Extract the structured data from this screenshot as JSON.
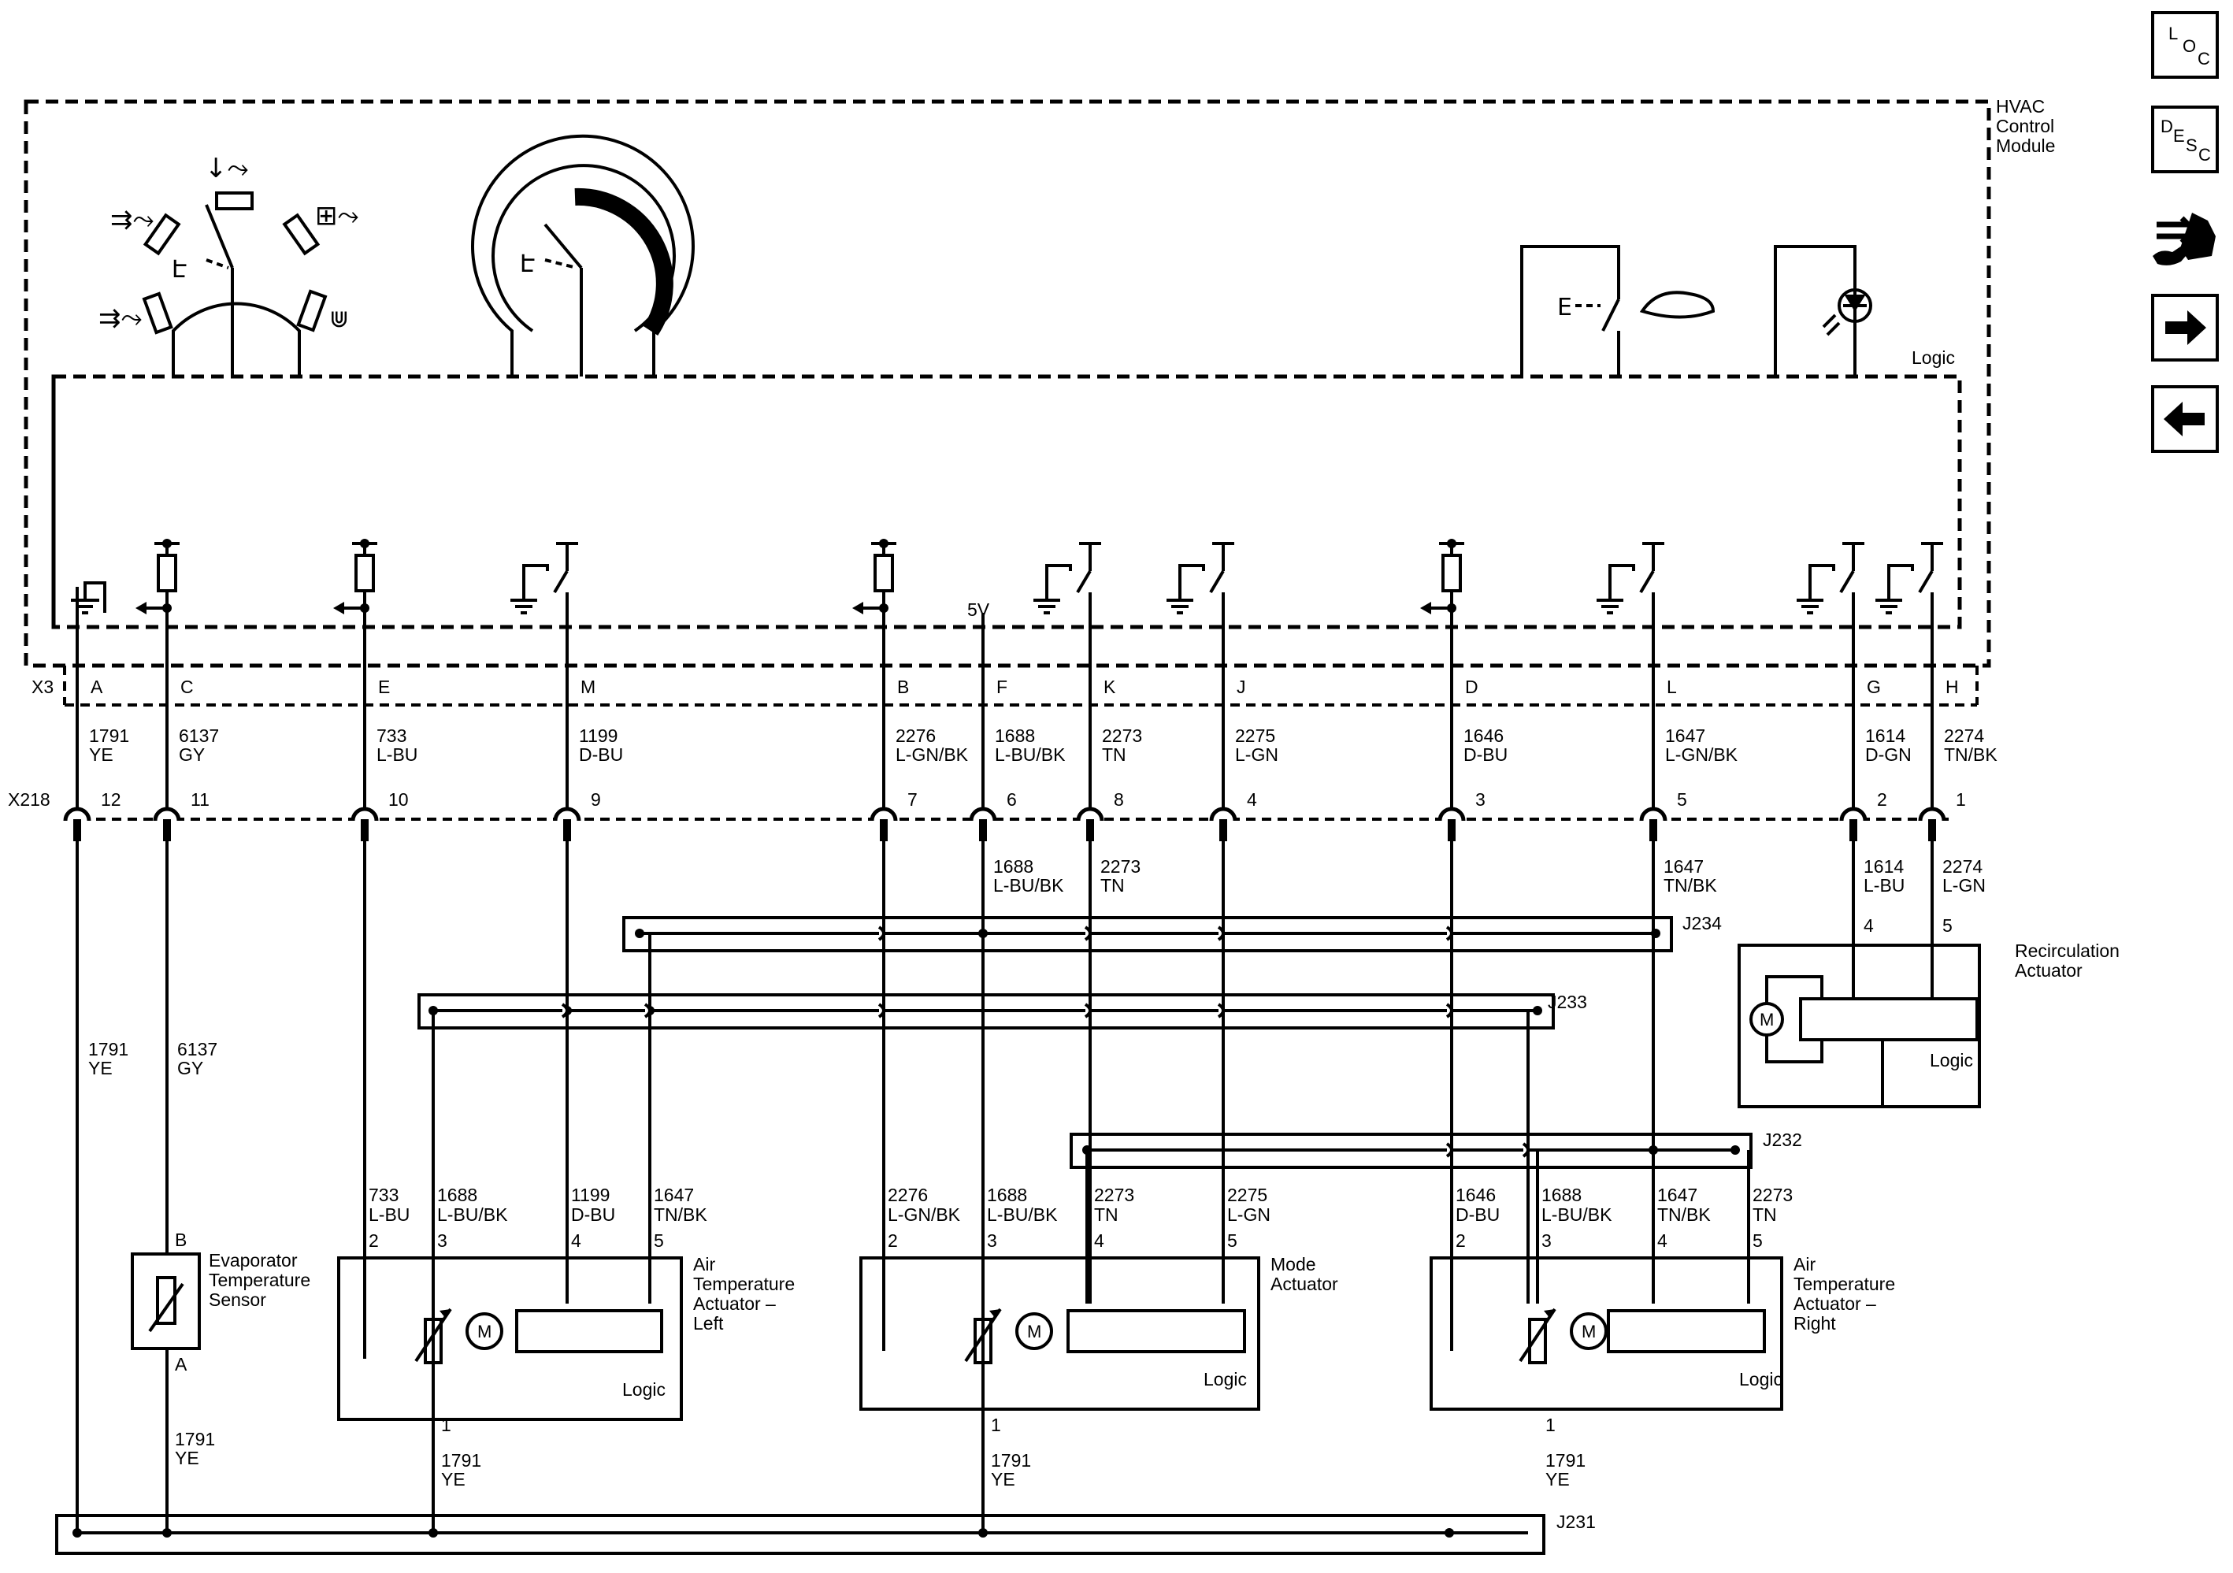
{
  "module": {
    "title_lines": [
      "HVAC",
      "Control",
      "Module"
    ],
    "logic_label": "Logic"
  },
  "supply_label": "5V",
  "connectors": {
    "x3": "X3",
    "x218": "X218"
  },
  "pins": [
    {
      "x3": "A",
      "circuit_top": "1791",
      "color_top": "YE",
      "x218": "12"
    },
    {
      "x3": "C",
      "circuit_top": "6137",
      "color_top": "GY",
      "x218": "11"
    },
    {
      "x3": "E",
      "circuit_top": "733",
      "color_top": "L-BU",
      "x218": "10"
    },
    {
      "x3": "M",
      "circuit_top": "1199",
      "color_top": "D-BU",
      "x218": "9"
    },
    {
      "x3": "B",
      "circuit_top": "2276",
      "color_top": "L-GN/BK",
      "x218": "7"
    },
    {
      "x3": "F",
      "circuit_top": "1688",
      "color_top": "L-BU/BK",
      "x218": "6"
    },
    {
      "x3": "K",
      "circuit_top": "2273",
      "color_top": "TN",
      "x218": "8"
    },
    {
      "x3": "J",
      "circuit_top": "2275",
      "color_top": "L-GN",
      "x218": "4"
    },
    {
      "x3": "D",
      "circuit_top": "1646",
      "color_top": "D-BU",
      "x218": "3"
    },
    {
      "x3": "L",
      "circuit_top": "1647",
      "color_top": "L-GN/BK",
      "x218": "5"
    },
    {
      "x3": "G",
      "circuit_top": "1614",
      "color_top": "D-GN",
      "x218": "2"
    },
    {
      "x3": "H",
      "circuit_top": "2274",
      "color_top": "TN/BK",
      "x218": "1"
    }
  ],
  "below_x218": [
    {
      "circuit": "1688",
      "color": "L-BU/BK"
    },
    {
      "circuit": "2273",
      "color": "TN"
    },
    {
      "circuit": "1647",
      "color": "TN/BK"
    },
    {
      "circuit": "1614",
      "color": "L-BU"
    },
    {
      "circuit": "2274",
      "color": "L-GN"
    }
  ],
  "left_wires": [
    {
      "circuit": "1791",
      "color": "YE"
    },
    {
      "circuit": "6137",
      "color": "GY"
    }
  ],
  "splices": [
    "J234",
    "J233",
    "J232",
    "J231"
  ],
  "recirc": {
    "name_lines": [
      "Recirculation",
      "Actuator"
    ],
    "pins": [
      "4",
      "5"
    ],
    "logic": "Logic"
  },
  "sensor": {
    "name_lines": [
      "Evaporator",
      "Temperature",
      "Sensor"
    ],
    "pin_top": "B",
    "pin_bottom": "A",
    "bottom_circuit": "1791",
    "bottom_color": "YE"
  },
  "actuators": [
    {
      "name_lines": [
        "Air",
        "Temperature",
        "Actuator –",
        "Left"
      ],
      "logic": "Logic",
      "wires": [
        {
          "circuit": "733",
          "color": "L-BU",
          "pin": "2"
        },
        {
          "circuit": "1688",
          "color": "L-BU/BK",
          "pin": "3"
        },
        {
          "circuit": "1199",
          "color": "D-BU",
          "pin": "4"
        },
        {
          "circuit": "1647",
          "color": "TN/BK",
          "pin": "5"
        }
      ],
      "bottom": {
        "pin": "1",
        "circuit": "1791",
        "color": "YE"
      }
    },
    {
      "name_lines": [
        "Mode",
        "Actuator"
      ],
      "logic": "Logic",
      "wires": [
        {
          "circuit": "2276",
          "color": "L-GN/BK",
          "pin": "2"
        },
        {
          "circuit": "1688",
          "color": "L-BU/BK",
          "pin": "3"
        },
        {
          "circuit": "2273",
          "color": "TN",
          "pin": "4"
        },
        {
          "circuit": "2275",
          "color": "L-GN",
          "pin": "5"
        }
      ],
      "bottom": {
        "pin": "1",
        "circuit": "1791",
        "color": "YE"
      }
    },
    {
      "name_lines": [
        "Air",
        "Temperature",
        "Actuator –",
        "Right"
      ],
      "logic": "Logic",
      "wires": [
        {
          "circuit": "1646",
          "color": "D-BU",
          "pin": "2"
        },
        {
          "circuit": "1688",
          "color": "L-BU/BK",
          "pin": "3"
        },
        {
          "circuit": "1647",
          "color": "TN/BK",
          "pin": "4"
        },
        {
          "circuit": "2273",
          "color": "TN",
          "pin": "5"
        }
      ],
      "bottom": {
        "pin": "1",
        "circuit": "1791",
        "color": "YE"
      }
    }
  ],
  "nav": {
    "loc": {
      "letters": [
        "L",
        "O",
        "C"
      ]
    },
    "desc": {
      "letters": [
        "D",
        "E",
        "S",
        "C"
      ]
    },
    "icons": [
      "connector-service-icon",
      "next-arrow-icon",
      "previous-arrow-icon"
    ]
  }
}
